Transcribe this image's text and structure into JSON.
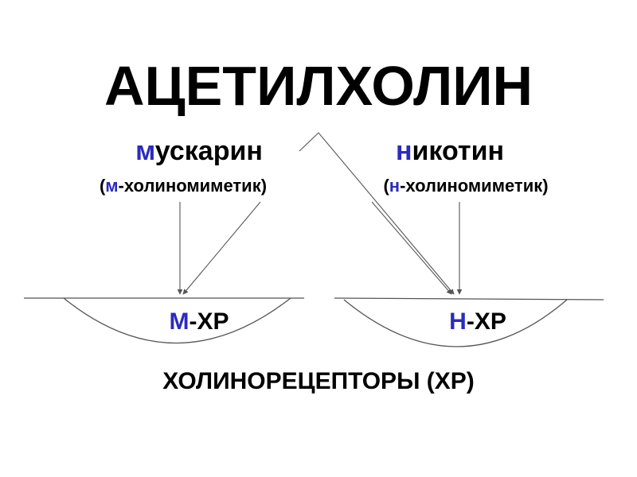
{
  "title": "АЦЕТИЛХОЛИН",
  "muscarine": {
    "initial": "м",
    "rest": "ускарин",
    "sub_open": "(",
    "sub_initial": "м",
    "sub_rest": "-холиномиметик)"
  },
  "nicotine": {
    "initial": "н",
    "rest": "икотин",
    "sub_open": "(",
    "sub_initial": "н",
    "sub_rest": "-холиномиметик)"
  },
  "receptors": {
    "m_initial": "М",
    "m_rest": "-ХР",
    "n_initial": "Н",
    "n_rest": "-ХР"
  },
  "footer": "ХОЛИНОРЕЦЕПТОРЫ (ХР)",
  "colors": {
    "accent": "#2b2bbf",
    "text": "#000000",
    "lines": "#555555"
  }
}
